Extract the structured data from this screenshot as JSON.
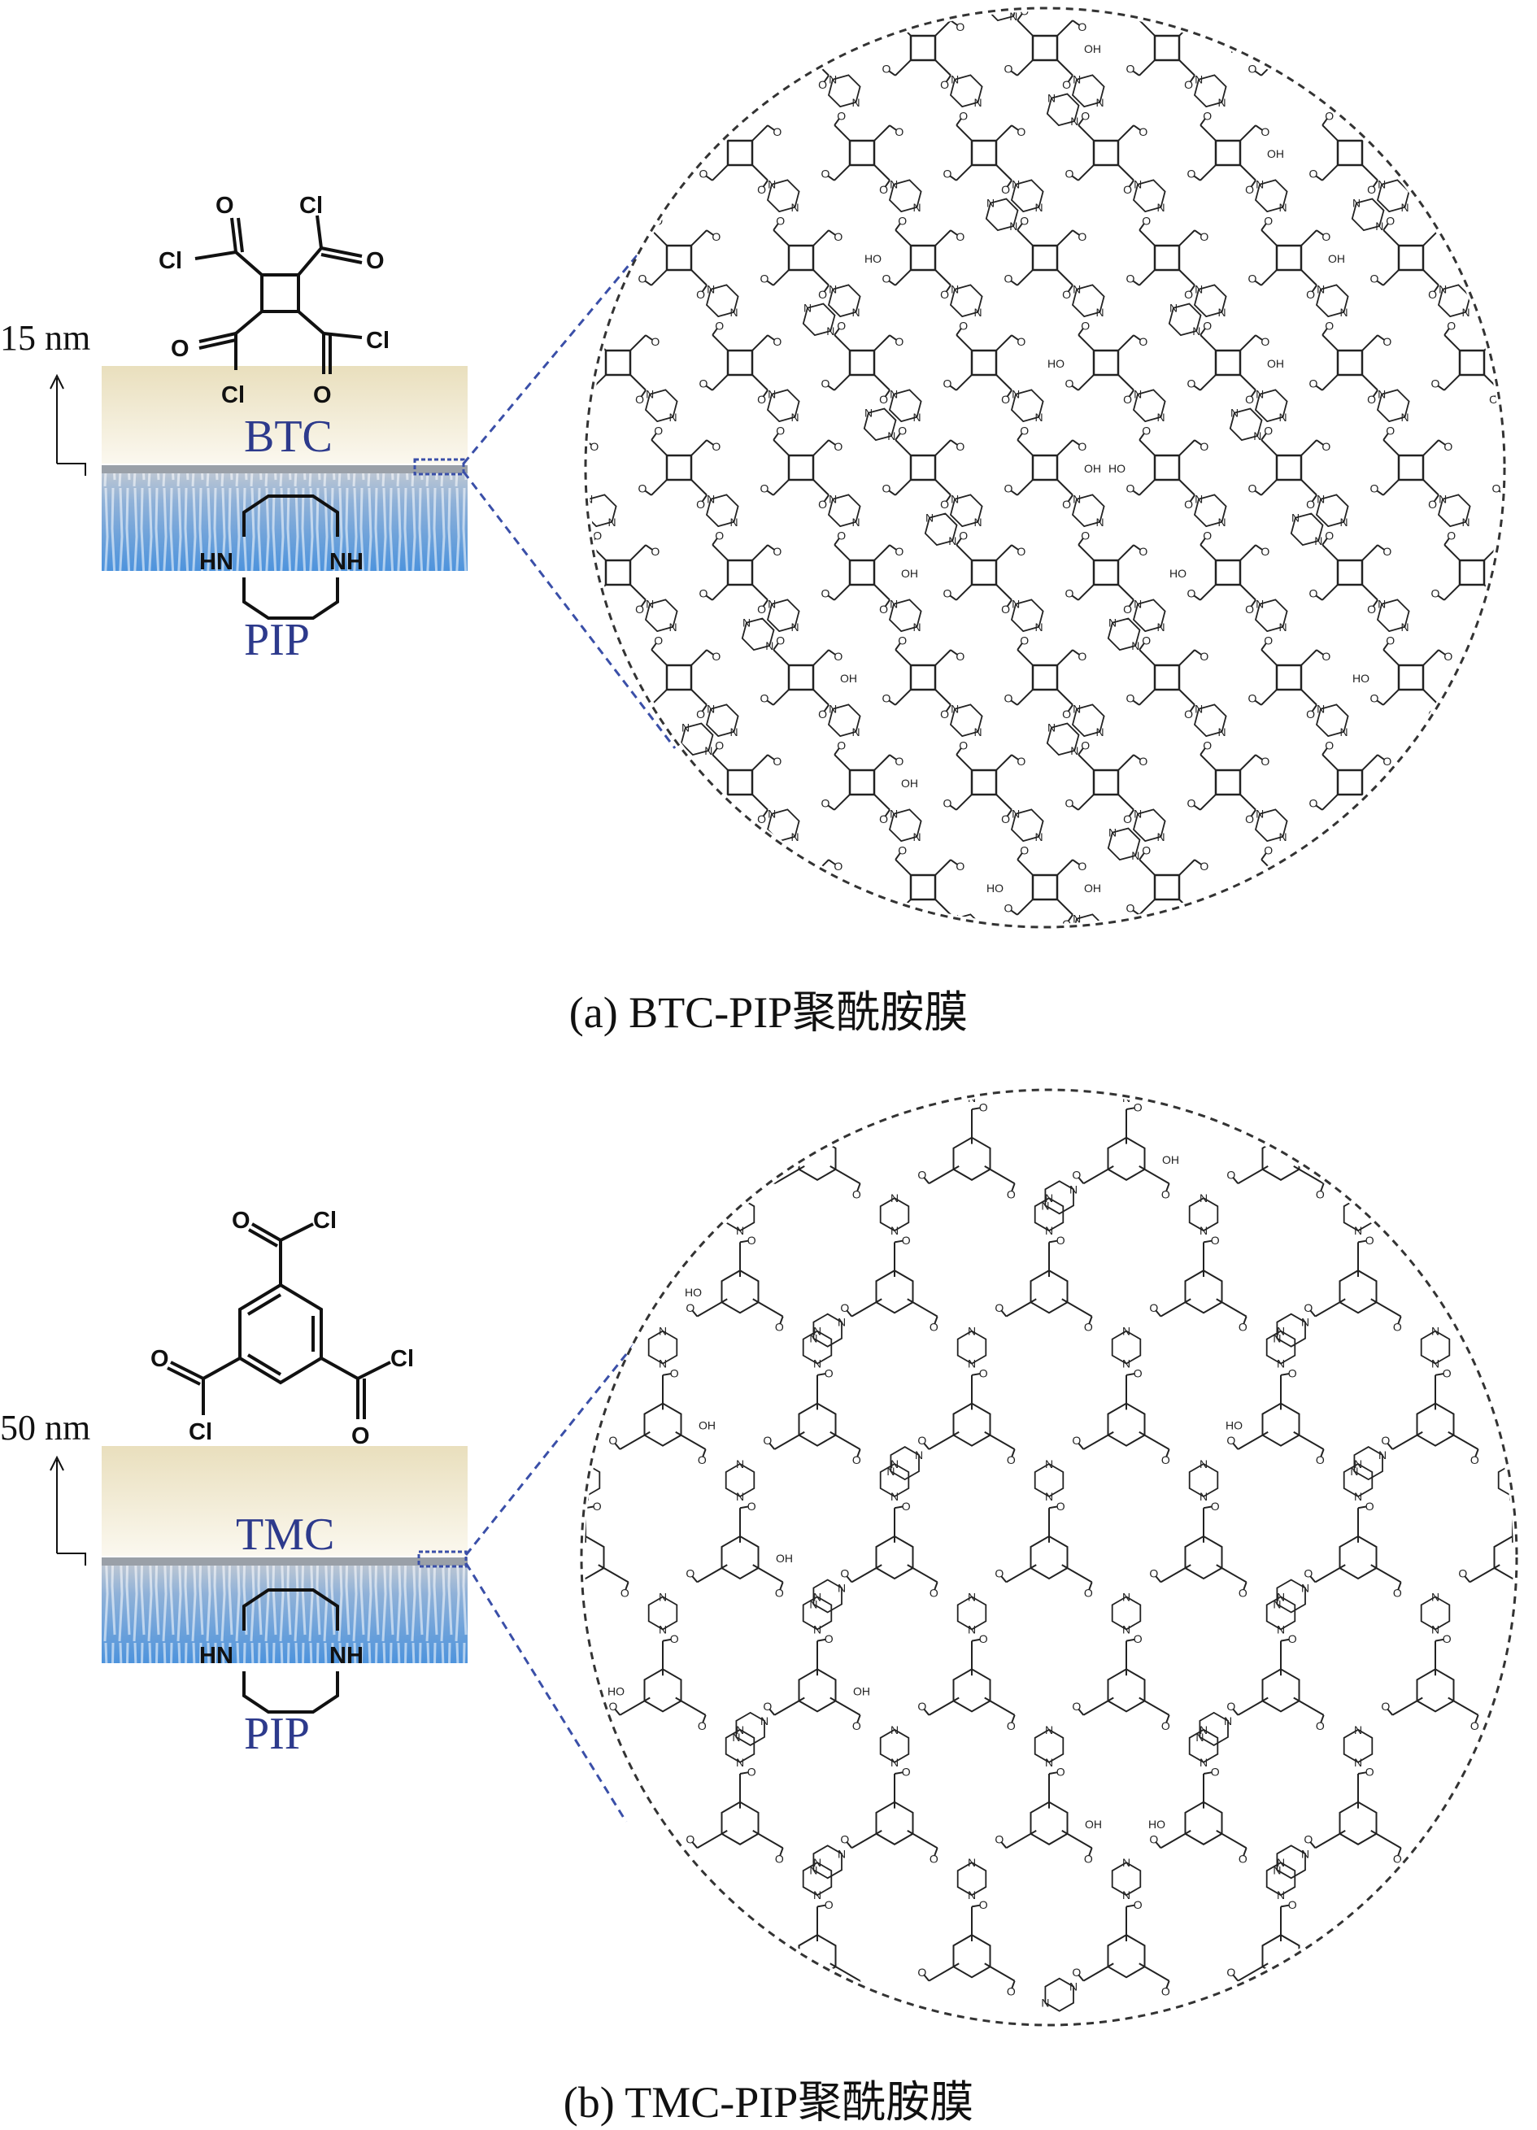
{
  "panel_a": {
    "thickness": "15 nm",
    "acyl_chloride": "BTC",
    "amine": "PIP",
    "caption": "(a) BTC-PIP聚酰胺膜",
    "atoms": {
      "cl": "Cl",
      "o": "O",
      "hn": "HN",
      "nh": "NH",
      "n": "N",
      "oh": "OH",
      "ho": "HO"
    }
  },
  "panel_b": {
    "thickness": "50 nm",
    "acyl_chloride": "TMC",
    "amine": "PIP",
    "caption": "(b) TMC-PIP聚酰胺膜",
    "atoms": {
      "cl": "Cl",
      "o": "O",
      "hn": "HN",
      "nh": "NH",
      "n": "N",
      "oh": "OH",
      "ho": "HO"
    }
  },
  "colors": {
    "membrane_top": "#efe6c8",
    "support_top": "#b9c6d6",
    "support_bottom": "#5a9ad8",
    "label_blue": "#2d3a8c",
    "dash_blue": "#3a4fa8"
  }
}
